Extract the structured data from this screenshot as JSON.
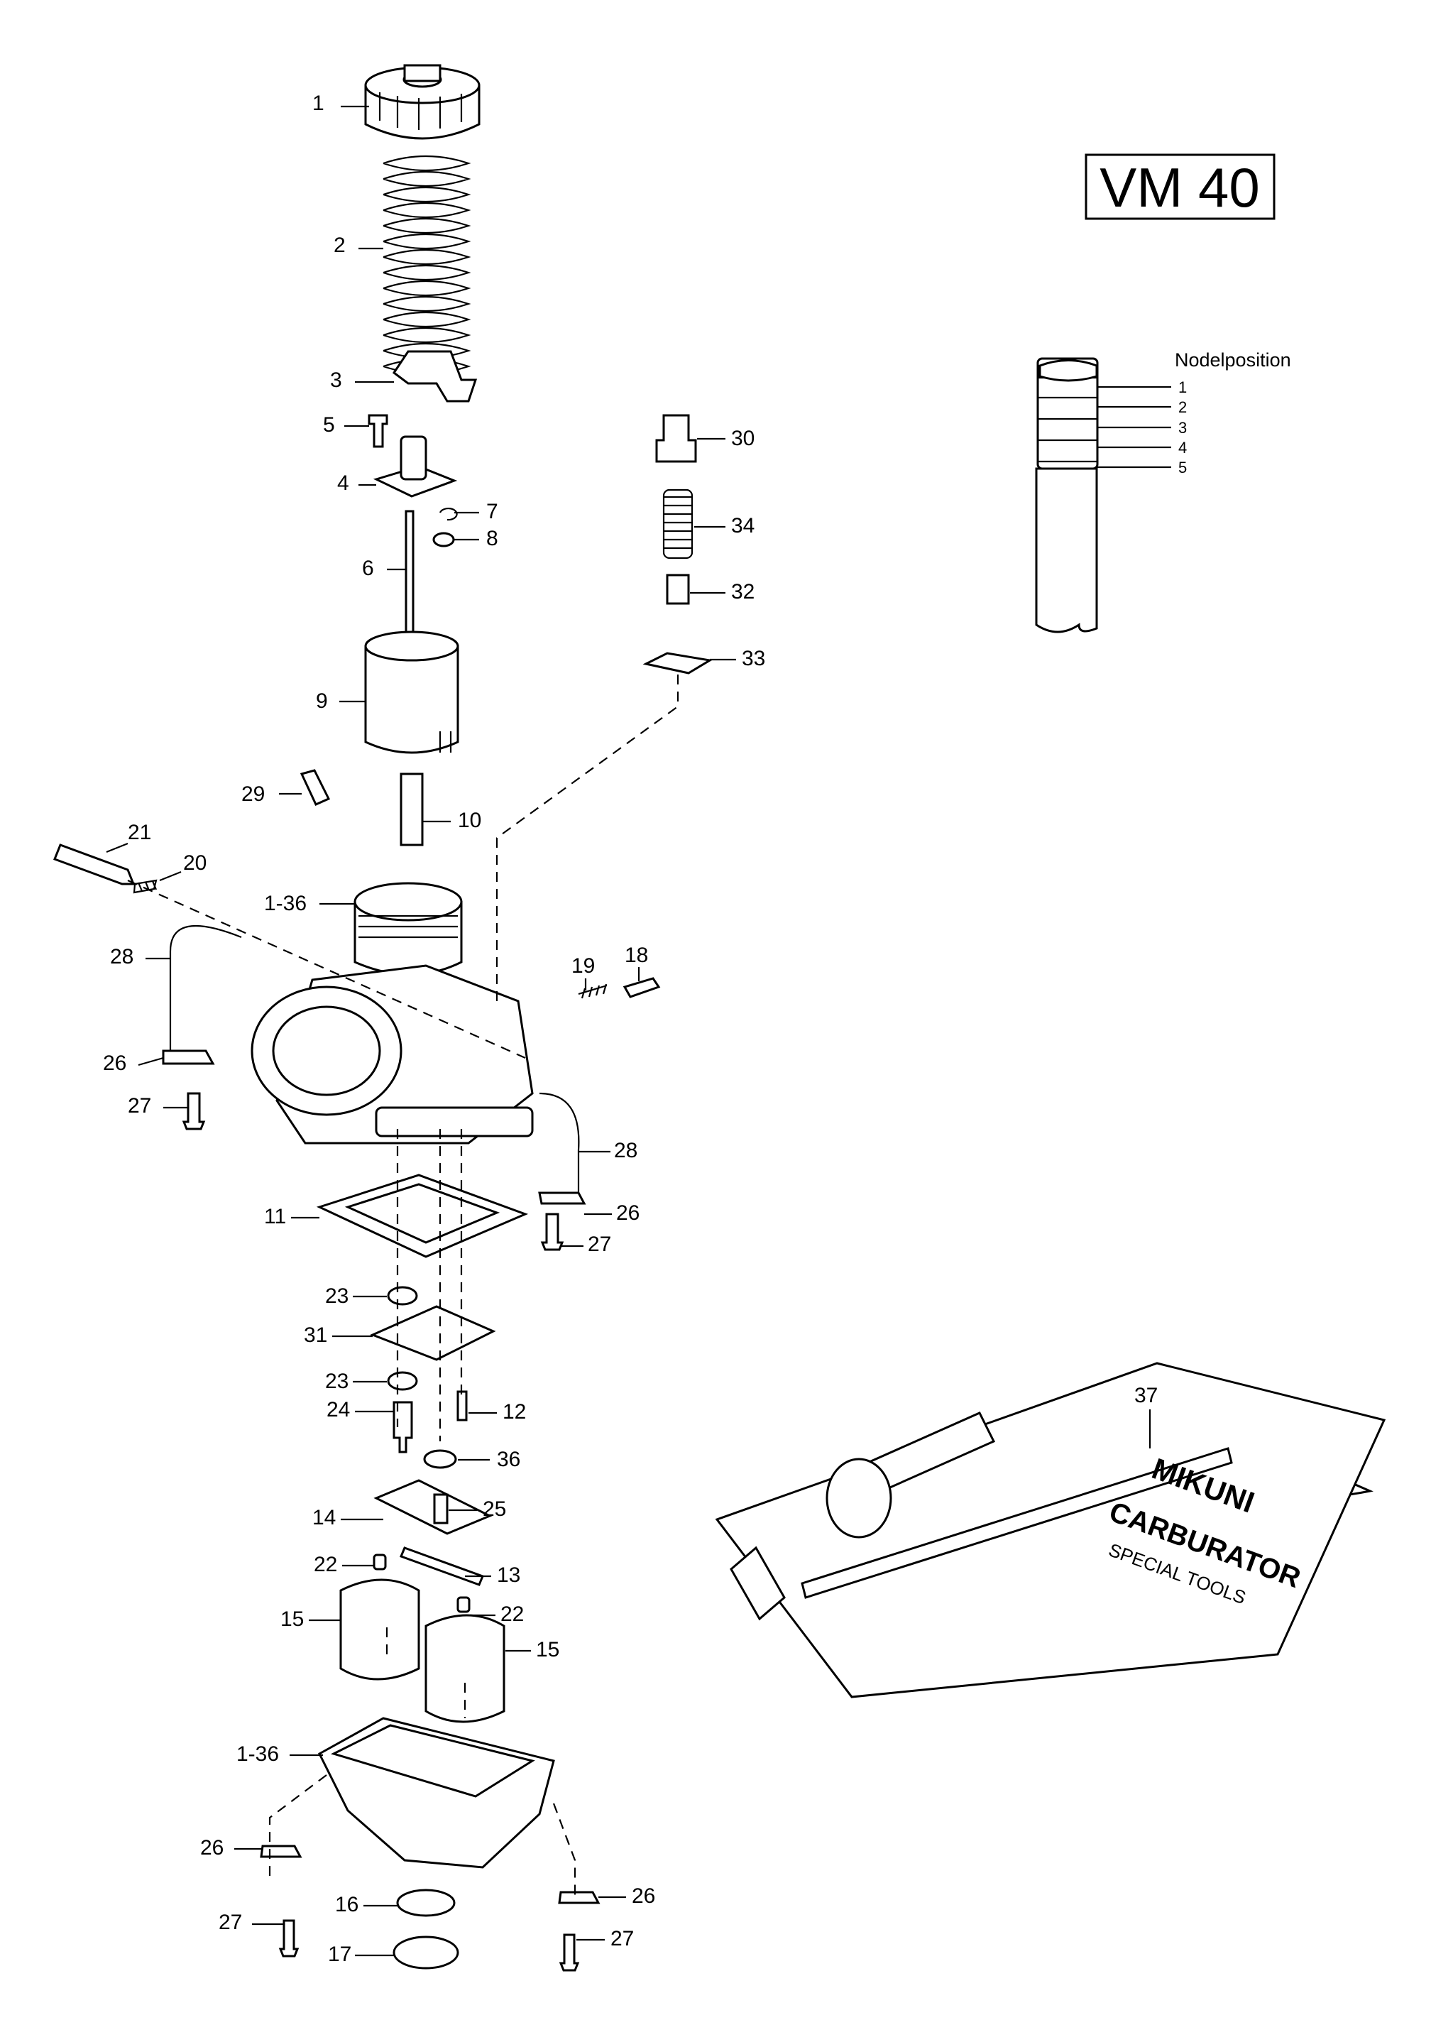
{
  "model_label": "VM 40",
  "needle_inset": {
    "title": "Nodelposition",
    "positions": [
      "1",
      "2",
      "3",
      "4",
      "5"
    ]
  },
  "kit_text": {
    "line1": "MIKUNI",
    "line2": "CARBURATOR",
    "line3": "SPECIAL TOOLS"
  },
  "callouts": [
    {
      "id": "c1",
      "text": "1"
    },
    {
      "id": "c2",
      "text": "2"
    },
    {
      "id": "c3",
      "text": "3"
    },
    {
      "id": "c5",
      "text": "5"
    },
    {
      "id": "c4",
      "text": "4"
    },
    {
      "id": "c7",
      "text": "7"
    },
    {
      "id": "c8",
      "text": "8"
    },
    {
      "id": "c6",
      "text": "6"
    },
    {
      "id": "c9",
      "text": "9"
    },
    {
      "id": "c29",
      "text": "29"
    },
    {
      "id": "c10",
      "text": "10"
    },
    {
      "id": "c21",
      "text": "21"
    },
    {
      "id": "c20",
      "text": "20"
    },
    {
      "id": "c1-36a",
      "text": "1-36"
    },
    {
      "id": "c28a",
      "text": "28"
    },
    {
      "id": "c26a",
      "text": "26"
    },
    {
      "id": "c27a",
      "text": "27"
    },
    {
      "id": "c19",
      "text": "19"
    },
    {
      "id": "c18",
      "text": "18"
    },
    {
      "id": "c28b",
      "text": "28"
    },
    {
      "id": "c11",
      "text": "11"
    },
    {
      "id": "c26b",
      "text": "26"
    },
    {
      "id": "c27b",
      "text": "27"
    },
    {
      "id": "c23a",
      "text": "23"
    },
    {
      "id": "c31",
      "text": "31"
    },
    {
      "id": "c23b",
      "text": "23"
    },
    {
      "id": "c24",
      "text": "24"
    },
    {
      "id": "c12",
      "text": "12"
    },
    {
      "id": "c36",
      "text": "36"
    },
    {
      "id": "c14",
      "text": "14"
    },
    {
      "id": "c25",
      "text": "25"
    },
    {
      "id": "c22a",
      "text": "22"
    },
    {
      "id": "c13",
      "text": "13"
    },
    {
      "id": "c15a",
      "text": "15"
    },
    {
      "id": "c22b",
      "text": "22"
    },
    {
      "id": "c15b",
      "text": "15"
    },
    {
      "id": "c1-36b",
      "text": "1-36"
    },
    {
      "id": "c26c",
      "text": "26"
    },
    {
      "id": "c26d",
      "text": "26"
    },
    {
      "id": "c27c",
      "text": "27"
    },
    {
      "id": "c16",
      "text": "16"
    },
    {
      "id": "c17",
      "text": "17"
    },
    {
      "id": "c27d",
      "text": "27"
    },
    {
      "id": "c30",
      "text": "30"
    },
    {
      "id": "c34",
      "text": "34"
    },
    {
      "id": "c32",
      "text": "32"
    },
    {
      "id": "c33",
      "text": "33"
    },
    {
      "id": "c37",
      "text": "37"
    }
  ]
}
